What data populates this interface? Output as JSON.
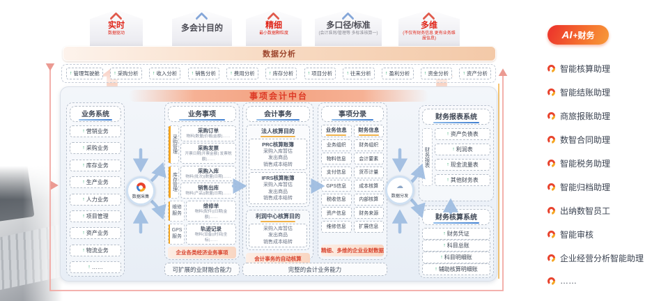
{
  "badges": [
    {
      "title": "实时",
      "subtitle": "数据驱动",
      "accent": "red"
    },
    {
      "title": "多会计目的",
      "subtitle": "",
      "accent": "blue"
    },
    {
      "title": "精细",
      "subtitle": "最小数据颗粒度",
      "accent": "red"
    },
    {
      "title": "多口径/标准",
      "subtitle": "(会计准则/管理等 多标准核算一)",
      "accent": "blue"
    },
    {
      "title": "多维",
      "subtitle": "(不仅有财务信息 更有业务维度信息)",
      "accent": "red"
    }
  ],
  "analysis_bar": {
    "title": "数据分析"
  },
  "analysis_chips": [
    "管理驾驶舱",
    "采购分析",
    "收入分析",
    "销售分析",
    "费用分析",
    "库存分析",
    "项目分析",
    "往来分析",
    "盈利分析",
    "资金分析",
    "资产分析"
  ],
  "platform_title": "事项会计中台",
  "business_system": {
    "title": "业务系统",
    "items": [
      "营销业务",
      "采购业务",
      "库存业务",
      "生产业务",
      "人力业务",
      "项目管理",
      "资产业务",
      "物流业务",
      "……"
    ]
  },
  "data_collect_label": "数据采集",
  "business_events": {
    "title": "业务事项",
    "groups": [
      {
        "label": "采购管理",
        "boxes": [
          {
            "title": "采购订单",
            "desc": "物料|数量|价格|金额|……"
          },
          {
            "title": "采购发票",
            "desc": "开票日期|开票金额| 发票税额|……"
          }
        ]
      },
      {
        "label": "库存管理",
        "boxes": [
          {
            "title": "采购入库",
            "desc": "物料(批次)|数量|日期|……"
          },
          {
            "title": "销售出库",
            "desc": "物料(产品)|数量|日期|……"
          }
        ]
      },
      {
        "label": "维修服务",
        "boxes": [
          {
            "title": "维修单",
            "desc": "物料(配件)|日期|金额|……"
          }
        ]
      },
      {
        "label": "GPS服务",
        "boxes": [
          {
            "title": "轨迹记录",
            "desc": "物料(设备)|时间|坐标|……"
          }
        ]
      }
    ],
    "footer": "企业各类经济业务事项"
  },
  "accounting_affairs": {
    "title": "会计事务",
    "legal": {
      "title": "法人核算目的",
      "books": [
        {
          "title": "PRC核算账簿",
          "lines": [
            "采购入库暂估",
            "发出商品",
            "销售成本结转"
          ]
        },
        {
          "title": "IFRS核算账簿",
          "lines": [
            "采购入库暂估",
            "发出商品",
            "销售成本结转"
          ]
        }
      ]
    },
    "profit": {
      "title": "利润中心核算目的",
      "lines": [
        "采购入库暂估",
        "发出商品",
        "销售成本结转"
      ]
    },
    "footer": "会计事务的自动核算"
  },
  "event_entries": {
    "title": "事项分录",
    "biz_header": "业务信息",
    "fin_header": "财务信息",
    "biz_items": [
      "业务组织",
      "物料信息",
      "支付信息",
      "GPS信息",
      "税收信息",
      "资产信息",
      "维修信息"
    ],
    "fin_items": [
      "财务组织",
      "会计要素",
      "货币计量",
      "成本核算",
      "内部核算",
      "财务来源",
      "扩展信息"
    ],
    "footer": "精细、多维的企业业财数据"
  },
  "data_dispatch_label": "数据分发",
  "report_system": {
    "title": "财务报表系统",
    "side_label": "财务报表",
    "items": [
      "资产负债表",
      "利润表",
      "现金流量表",
      "其他财务表"
    ]
  },
  "account_system": {
    "title": "财务核算系统",
    "items": [
      "财务凭证",
      "科目总账",
      "科目明细账",
      "辅助核算明细账"
    ]
  },
  "capabilities": {
    "left": "可扩展的业财融合能力",
    "right": "完整的会计业务能力"
  },
  "sidebar": {
    "badge_ai": "AI",
    "badge_rest": "+财务",
    "items": [
      "智能核算助理",
      "智能结账助理",
      "商旅报账助理",
      "数智合同助理",
      "智能税务助理",
      "智能归档助理",
      "出纳数智员工",
      "智能审核",
      "企业经营分析智能助理",
      "……"
    ]
  },
  "colors": {
    "accent_red": "#e0271b",
    "platform_title_red": "#dd3a26",
    "green_marker": "#18a15e",
    "orange_bar": "#f5a51d",
    "blue_arrow": "#9cbbe0",
    "pink_loop": "#f2a8a2",
    "sidebar_gradient": [
      "#ed3a2c",
      "#f79b3a"
    ]
  }
}
